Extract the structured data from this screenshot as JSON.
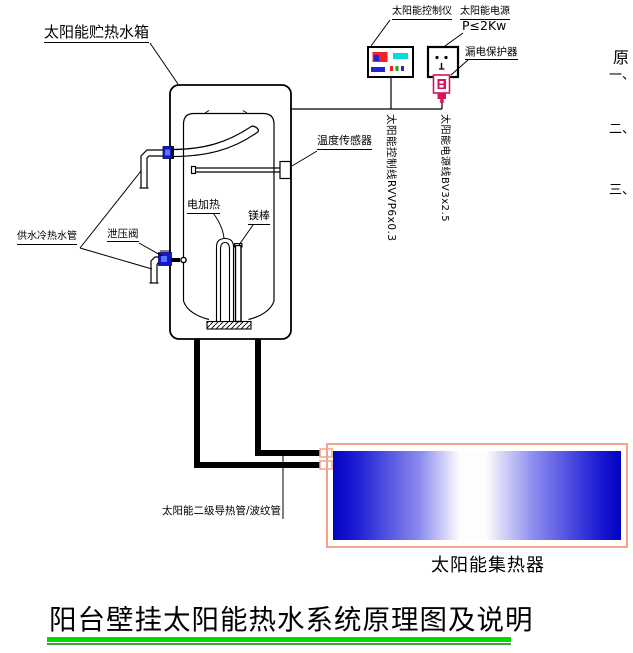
{
  "title": "阳台壁挂太阳能热水系统原理图及说明",
  "diagram": {
    "tank_label": "太阳能贮热水箱",
    "controller_label": "太阳能控制仪",
    "power_label": "太阳能电源",
    "power_rating": "P≤2Kw",
    "leakage_label": "漏电保护器",
    "temp_sensor_label": "温度传感器",
    "heater_label": "电加热",
    "mg_rod_label": "镁棒",
    "supply_pipe_label": "供水冷热水管",
    "relief_valve_label": "泄压阀",
    "control_wire_label": "太阳能控制线RVVP6x0.3",
    "power_wire_label": "太阳能电源线BV3x2.5",
    "secondary_pipe_label": "太阳能二级导热管/波纹管",
    "collector_label": "太阳能集热器"
  },
  "margin_notes": [
    "原",
    "一、",
    "二、",
    "三、"
  ],
  "colors": {
    "line": "#000000",
    "valve_blue": "#1515cc",
    "plug_red": "#d4155e",
    "collector_border": "#f0a48e",
    "collector_blue": "#0202c2",
    "title_underline_green": "#00d800",
    "controller_red": "#ee2222",
    "controller_cyan": "#00dddd",
    "controller_blue": "#2222dd"
  }
}
